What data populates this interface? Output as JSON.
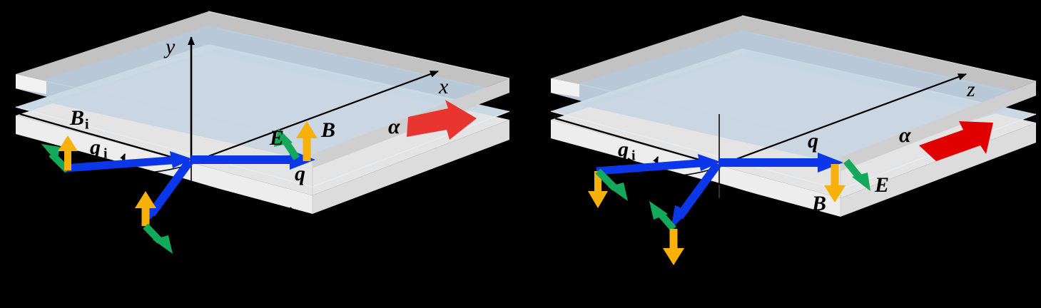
{
  "figure": {
    "kind": "physics-schematic",
    "description": "Two 3D slab diagrams showing incident, transmitted and reflected wave vectors with E and B field polarization arrows",
    "background_color": "#000000",
    "panels": [
      {
        "id": "left",
        "axes": {
          "vertical_label": "y",
          "depth_label": "x",
          "has_vertical_arrow": true,
          "has_depth_arrow": true
        },
        "labels": {
          "incident_field": "B",
          "incident_field_sub": "i",
          "incident_wave": "q",
          "incident_wave_sub": "i",
          "field_E": "E",
          "field_B": "B",
          "wave_q": "q",
          "alpha": "α"
        },
        "red_arrow_direction": "down-right",
        "red_arrow_color": "#e8352f",
        "B_arrow_direction": "up",
        "E_arrow_direction": "up-left"
      },
      {
        "id": "right",
        "axes": {
          "vertical_label": "",
          "depth_label": "z",
          "has_vertical_arrow": false,
          "has_depth_arrow": true
        },
        "labels": {
          "incident_wave": "q",
          "incident_wave_sub": "i",
          "field_E": "E",
          "field_B": "B",
          "wave_q": "q",
          "alpha": "α"
        },
        "red_arrow_direction": "up-right",
        "red_arrow_color": "#e00000",
        "B_arrow_direction": "down",
        "E_arrow_direction": "down-right"
      }
    ],
    "colors": {
      "wavevector_blue": "#0b37e8",
      "field_E_green": "#14a85a",
      "field_B_yellow": "#f7b10a",
      "slab_top": "#a3b4c4",
      "slab_top_light": "#b8c6d4",
      "slab_mid": "#c3d2de",
      "slab_body": "#e3e3e3",
      "slab_cap": "#c0c0c0",
      "slab_cap_light": "#efefef",
      "axis_black": "#000000"
    }
  }
}
